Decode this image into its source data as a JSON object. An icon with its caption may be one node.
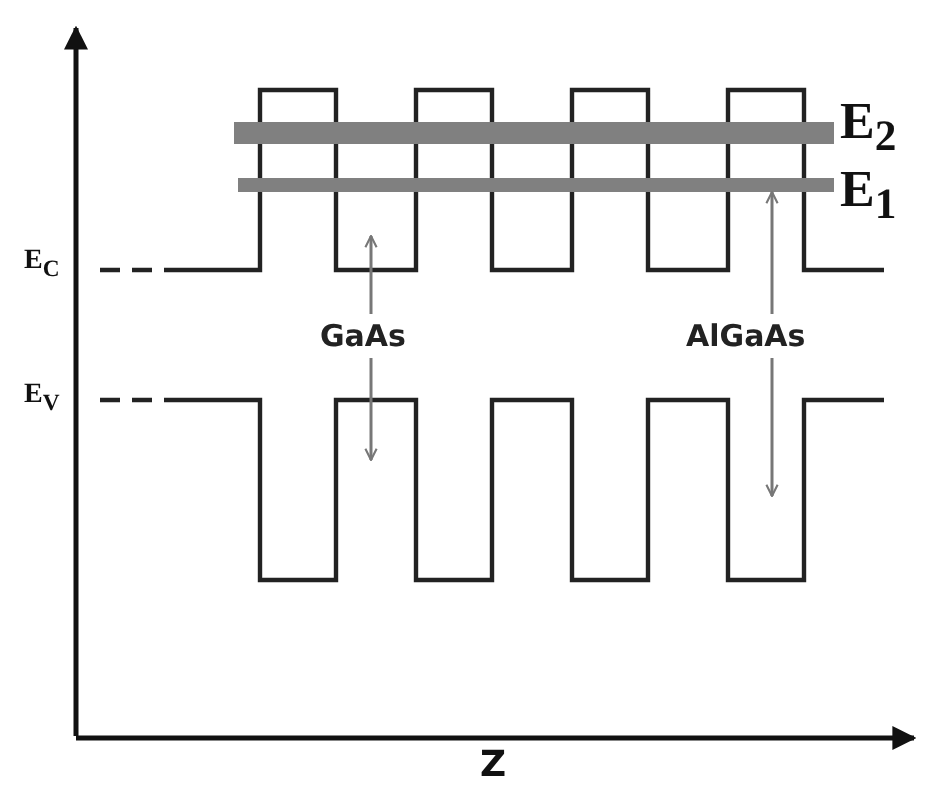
{
  "diagram": {
    "nodes": [
      {
        "text": [
          "GaAs"
        ]
      },
      {
        "text": [
          "AlGaAs"
        ]
      }
    ],
    "edges": [
      {
        "from": 0,
        "to": null,
        "arrow": "to"
      },
      {
        "from": 0,
        "to": null,
        "arrow": "to"
      },
      {
        "from": 1,
        "to": null,
        "arrow": "to"
      },
      {
        "from": 1,
        "to": null,
        "arrow": "to"
      }
    ],
    "labels": [
      "E$_{C}$",
      "E$_{V}$",
      "E$_{2}$",
      "E$_{1}$",
      "Z"
    ]
  }
}
